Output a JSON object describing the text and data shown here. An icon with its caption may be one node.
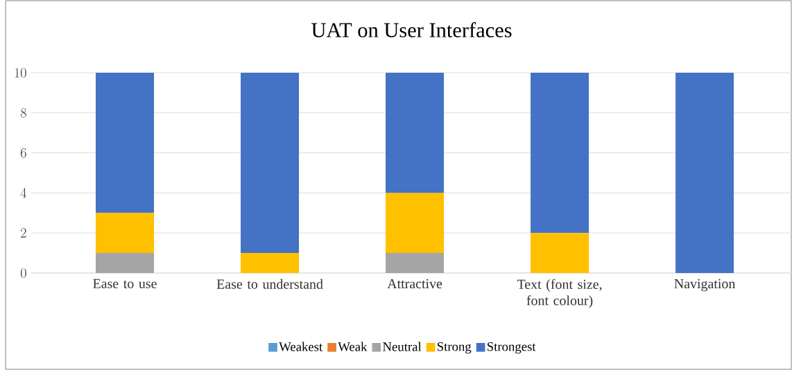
{
  "diagram": {
    "chart_data": {
      "type": "bar",
      "title": "UAT on User Interfaces",
      "stacked": true,
      "orientation": "vertical",
      "categories": [
        "Ease to use",
        "Ease to understand",
        "Attractive",
        "Text (font size, font colour)",
        "Navigation"
      ],
      "series": [
        {
          "name": "Weakest",
          "color": "#5b9bd5",
          "values": [
            0,
            0,
            0,
            0,
            0
          ]
        },
        {
          "name": "Weak",
          "color": "#ed7d31",
          "values": [
            0,
            0,
            0,
            0,
            0
          ]
        },
        {
          "name": "Neutral",
          "color": "#a5a5a5",
          "values": [
            1,
            0,
            1,
            0,
            0
          ]
        },
        {
          "name": "Strong",
          "color": "#ffc000",
          "values": [
            2,
            1,
            3,
            2,
            0
          ]
        },
        {
          "name": "Strongest",
          "color": "#4472c4",
          "values": [
            7,
            9,
            6,
            8,
            10
          ]
        }
      ],
      "ylim": [
        0,
        10
      ],
      "yticks": [
        0,
        2,
        4,
        6,
        8,
        10
      ],
      "grid": true,
      "legend": true
    }
  }
}
